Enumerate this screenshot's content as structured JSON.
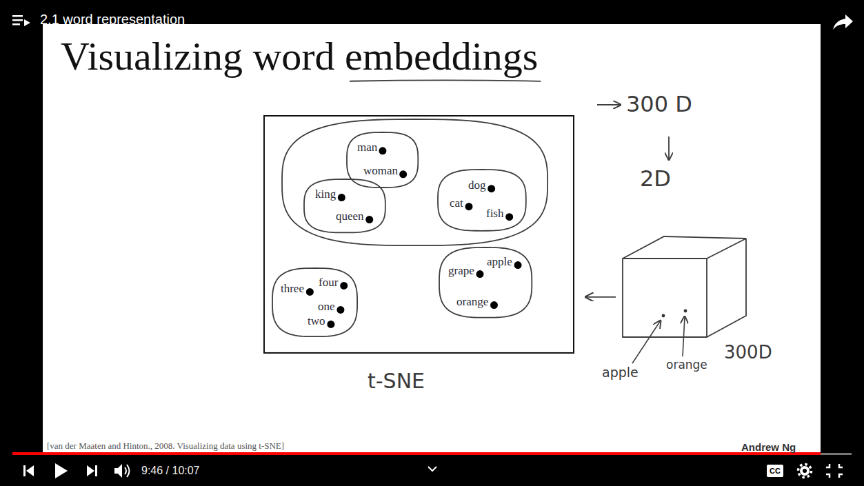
{
  "diagram": {
    "title": "Visualizing word embeddings",
    "nodes": [
      {
        "text": [
          "t-SNE"
        ]
      },
      {
        "text": [],
        "in": 0
      },
      {
        "text": [
          "man",
          "woman"
        ],
        "in": 1
      },
      {
        "text": [
          "king",
          "queen"
        ],
        "in": 1
      },
      {
        "text": [
          "dog",
          "cat",
          "fish"
        ],
        "in": 1
      },
      {
        "text": [
          "three",
          "four",
          "one",
          "two"
        ],
        "in": 0
      },
      {
        "text": [
          "grape",
          "apple",
          "orange"
        ],
        "in": 0
      },
      {
        "text": [
          "300D"
        ]
      }
    ],
    "edges": [
      {
        "from": 7,
        "to": 0,
        "arrow": "to"
      }
    ],
    "labels": [
      "2.1 word representation",
      "300 D",
      "2D",
      "apple",
      "orange",
      "[van der Maaten and Hinton., 2008. Visualizing data using t-SNE]",
      "Andrew Ng",
      "9:46 / 10:07",
      "CC"
    ]
  }
}
